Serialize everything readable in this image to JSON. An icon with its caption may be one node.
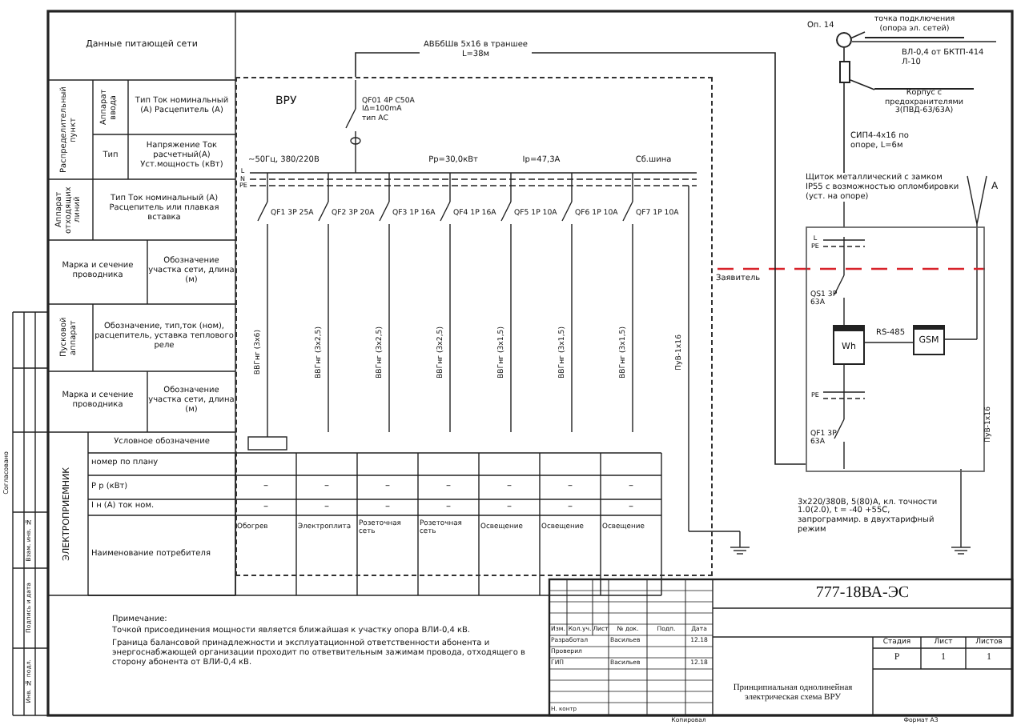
{
  "diagram": {
    "nodes": [
      {
        "text": [
          "ВРУ"
        ]
      },
      {
        "text": [
          "Щиток металлический с замком IP55 с возможностью опломбировки (уст. на опоре)"
        ]
      },
      {
        "text": [
          "Wh"
        ],
        "in": 1
      },
      {
        "text": [
          "GSM"
        ],
        "in": 1
      },
      {
        "text": [],
        "shape": "circle",
        "beside": [
          "Оп. 14"
        ]
      },
      {
        "text": [
          "точка подключения (опора эл. сетей)"
        ]
      },
      {
        "text": [
          "Корпус с предохранителями 3(ПВД-63/63А)"
        ]
      },
      {
        "text": [],
        "shape": "box"
      }
    ],
    "edges": [
      {
        "from": 0,
        "to": 1,
        "arrow": "none",
        "label": "АВБбШв 5х16 в траншее L=38м"
      },
      {
        "from": 4,
        "to": 7,
        "arrow": "none"
      },
      {
        "from": 7,
        "to": 1,
        "arrow": "none",
        "label": "СИП4-4х16 по опоре, L=6м"
      },
      {
        "from": 2,
        "to": 3,
        "arrow": "none",
        "label": "RS-485"
      },
      {
        "from": 5,
        "to": 4,
        "arrow": "none"
      },
      {
        "from": 6,
        "to": 7,
        "arrow": "none"
      }
    ],
    "labels": [
      "Данные питающей сети",
      "Распределительный пункт",
      "Аппарат ввода",
      "Тип Ток номинальный (А) Расцепитель (А)",
      "Тип",
      "Напряжение Ток расчетный(А) Уст.мощность (кВт)",
      "Аппарат отходящих линий",
      "Тип Ток номинальный (А) Расцепитель или плавкая вставка",
      "Марка и сечение проводника",
      "Обозначение участка сети, длина (м)",
      "Пусковой аппарат",
      "Обозначение, тип,ток (ном), расцепитель, уставка теплового реле",
      "Марка и сечение проводника",
      "Обозначение участка сети, длина (м)",
      "ЭЛЕКТРОПРИЕМНИК",
      "Условное обозначение",
      "номер по плану",
      "Р р (кВт)",
      "I н (А) ток ном.",
      "Наименование потребителя",
      "–",
      "–",
      "–",
      "–",
      "–",
      "–",
      "–",
      "–",
      "–",
      "–",
      "–",
      "–",
      "–",
      "–",
      "Обогрев",
      "Электроплита",
      "Розеточная сеть",
      "Розеточная сеть",
      "Освещение",
      "Освещение",
      "Освещение",
      "QF01 4Р С50А IΔ=100mA тип АС",
      "~50Гц, 380/220В",
      "Рр=30,0кВт",
      "Iр=47,3А",
      "Сб.шина",
      "L",
      "N",
      "PE",
      "QF1 3Р 25А",
      "QF2 3Р 20А",
      "QF3 1Р 16А",
      "QF4 1Р 16А",
      "QF5 1Р 10А",
      "QF6 1Р 10А",
      "QF7 1Р 10А",
      "ВВГнг (3х6)",
      "ВВГнг (3х2,5)",
      "ВВГнг (3х2,5)",
      "ВВГнг (3х2,5)",
      "ВВГнг (3х1,5)",
      "ВВГнг (3х1,5)",
      "ВВГнг (3х1,5)",
      "ПуВ-1х16",
      "А",
      "Заявитель",
      "ВЛ-0,4 от БКТП-414 Л-10",
      "L",
      "PE",
      "PE",
      "QS1 3Р 63А",
      "QF1 3Р 63А",
      "ПуВ-1х16",
      "3х220/380В, 5(80)А, кл. точности 1.0(2.0), t = -40 +55С, запрограммир. в двухтарифный режим",
      "Примечание:",
      "Точкой присоединения мощности является ближайшая к участку опора ВЛИ-0,4 кВ.",
      "Граница балансовой принадлежности и эксплуатационной ответственности абонента и энергоснабжающей организации проходит по ответвительным зажимам провода, отходящего в сторону абонента от ВЛИ-0,4 кВ.",
      "777-18ВА-ЭС",
      "Изм.",
      "Кол.уч.",
      "Лист",
      "№ док.",
      "Подп.",
      "Дата",
      "Разработал",
      "Васильев",
      "12.18",
      "Проверил",
      "ГИП",
      "Васильев",
      "12.18",
      "Н. контр",
      "Принципиальная однолинейная электрическая схема ВРУ",
      "Стадия",
      "Лист",
      "Листов",
      "Р",
      "1",
      "1",
      "Копировал",
      "Формат А3",
      "Согласовано",
      "Взам. инв. №",
      "Подпись и дата",
      "Инв. № подл."
    ]
  }
}
